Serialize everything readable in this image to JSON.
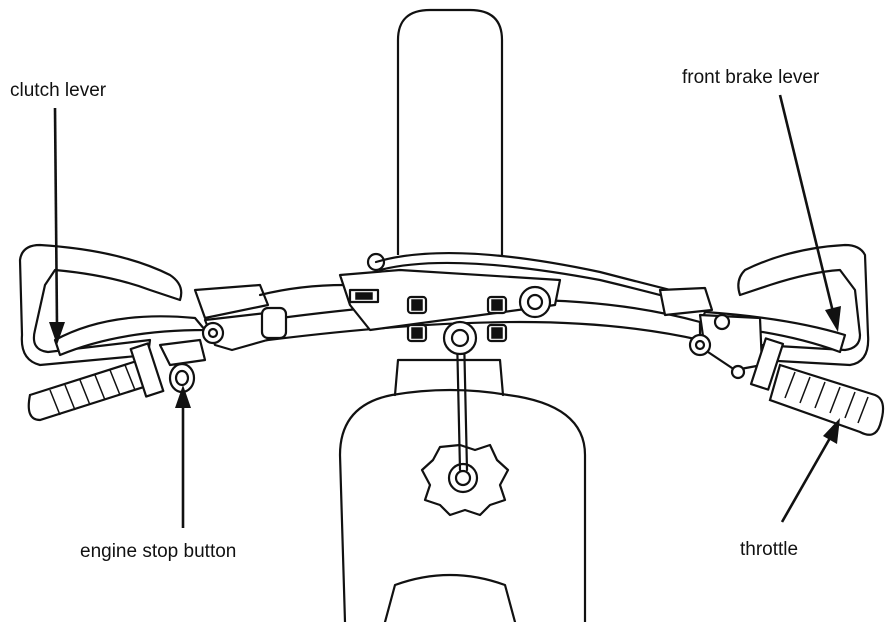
{
  "labels": {
    "clutch_lever": "clutch lever",
    "front_brake_lever": "front brake lever",
    "engine_stop_button": "engine stop button",
    "throttle": "throttle"
  },
  "colors": {
    "ink": "#111111",
    "background": "#ffffff"
  }
}
